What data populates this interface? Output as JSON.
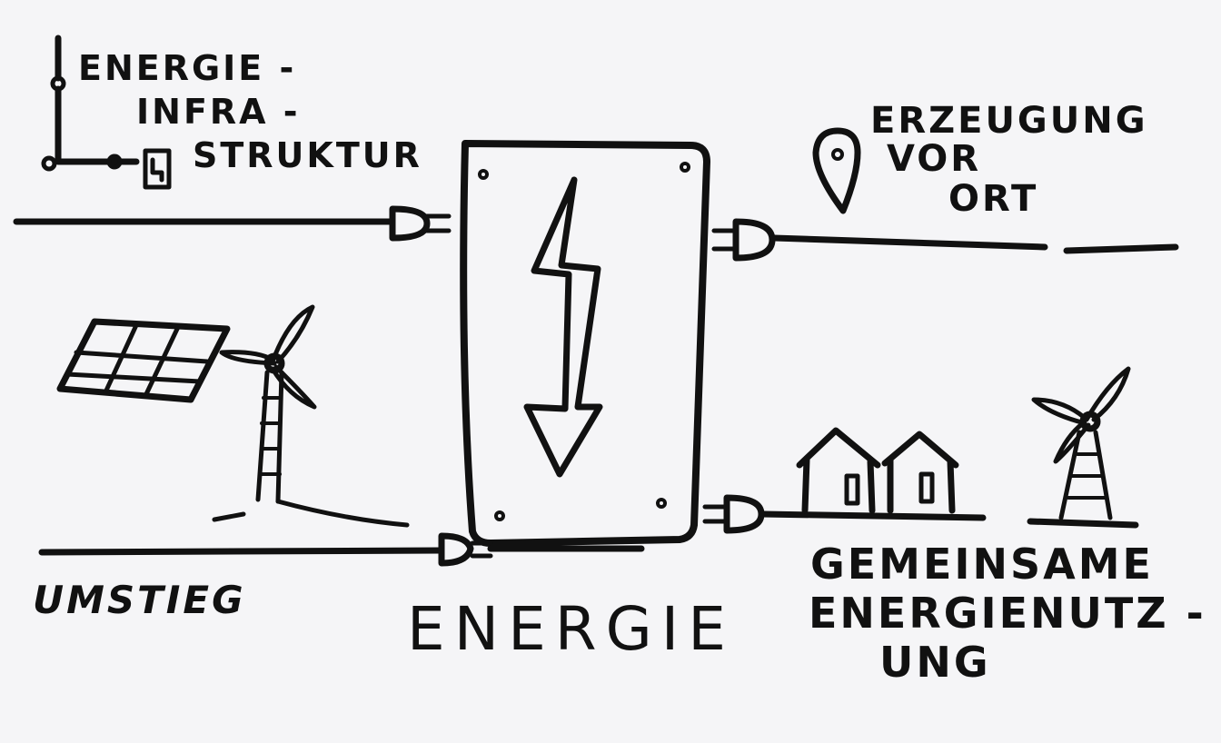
{
  "labels": {
    "infrastructure": [
      "ENERGIE -",
      "INFRA -",
      "STRUKTUR"
    ],
    "local_generation": [
      "ERZEUGUNG",
      "VOR",
      "ORT"
    ],
    "transition": "UMSTIEG",
    "center": "ENERGIE",
    "shared_use": [
      "GEMEINSAME",
      "ENERGIENUTZ -",
      "UNG"
    ]
  },
  "colors": {
    "ink": "#111111",
    "paper": "#f5f5f7"
  },
  "icons": [
    "lightning-bolt-icon",
    "plug-icon",
    "location-pin-icon",
    "solar-panel-icon",
    "wind-turbine-icon",
    "house-icon",
    "socket-icon"
  ]
}
